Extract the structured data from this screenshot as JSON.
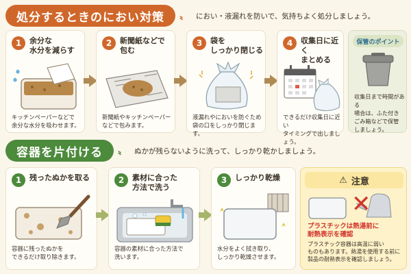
{
  "section1": {
    "title": "処分するときのにおい対策",
    "subtitle": "におい・液漏れを防いで、気持ちよく処分しましょう。",
    "steps": [
      {
        "num": "1",
        "title": "余分な\n水分を減らす",
        "desc": "キッチンペーパーなどで\n余分な水分を吸わせます。"
      },
      {
        "num": "2",
        "title": "新聞紙などで\n包む",
        "desc": "新聞紙やキッチンペーパー\nなどで包みます。"
      },
      {
        "num": "3",
        "title": "袋を\nしっかり閉じる",
        "desc": "液漏れやにおいを防ぐため\n袋の口をしっかり閉じます。"
      },
      {
        "num": "4",
        "title": "収集日に近く\nまとめる",
        "desc": "できるだけ収集日に近い\nタイミングで出しましょう。"
      }
    ],
    "tip": {
      "title": "保管のポイント",
      "desc": "収集日まで時間がある\n場合は、ふた付き\nごみ箱などで保管\nしましょう。"
    }
  },
  "section2": {
    "title": "容器を片付ける",
    "subtitle": "ぬかが残らないように洗って、しっかり乾かしましょう。",
    "steps": [
      {
        "num": "1",
        "title": "残ったぬかを取る",
        "desc": "容器に残ったぬかを\nできるだけ取り除きます。"
      },
      {
        "num": "2",
        "title": "素材に合った\n方法で洗う",
        "desc": "容器の素材に合った方法で\n洗います。"
      },
      {
        "num": "3",
        "title": "しっかり乾燥",
        "desc": "水分をよく拭き取り、\nしっかり乾燥させます。"
      }
    ],
    "caution": {
      "title": "注意",
      "warning": "プラスチックは熱湯前に\n耐熱表示を確認",
      "desc": "プラスチック容器は高温に弱い\nものもあります。熱湯を使用する前に\n製品の耐熱表示を確認しましょう。"
    }
  },
  "icons": {
    "warning": "⚠",
    "cross": "✕"
  },
  "colors": {
    "orange": "#d0672a",
    "green": "#4c8a3c",
    "red": "#d1352b"
  }
}
